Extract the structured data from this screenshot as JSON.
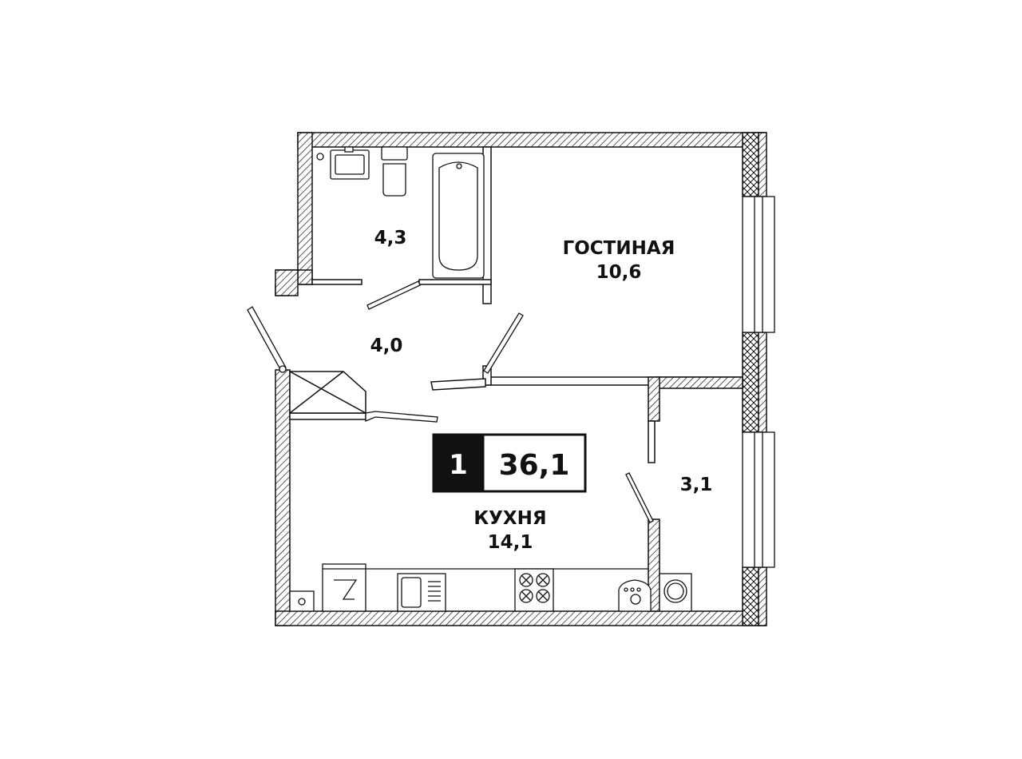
{
  "badge": {
    "rooms": "1",
    "total_area": "36,1"
  },
  "rooms": {
    "bathroom": {
      "area": "4,3"
    },
    "hallway": {
      "area": "4,0"
    },
    "living": {
      "name": "ГОСТИНАЯ",
      "area": "10,6"
    },
    "kitchen": {
      "name": "КУХНЯ",
      "area": "14,1"
    },
    "balcony": {
      "area": "3,1"
    }
  }
}
